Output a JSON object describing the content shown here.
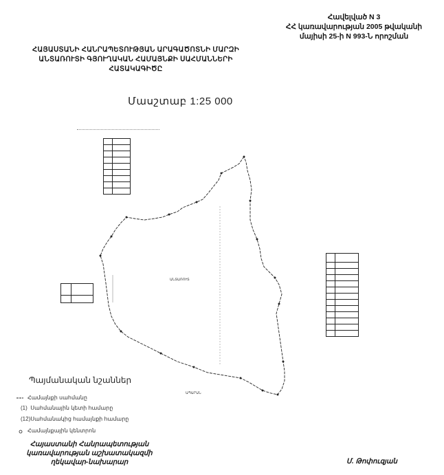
{
  "annex": {
    "line1": "Հավելված N 3",
    "line2": "ՀՀ կառավարության 2005 թվականի",
    "line3": "մայիսի 25-ի N 993-Ն որոշման"
  },
  "title": {
    "line1": "ՀԱՅԱՍՏԱՆԻ ՀԱՆՐԱՊԵՏՈՒԹՅԱՆ ԱՐԱԳԱԾՈՏՆԻ ՄԱՐԶԻ",
    "line2": "ԱՆՏԱՌՈՒՏԻ ԳՅՈՒՂԱԿԱՆ ՀԱՄԱՅՆՔԻ ՍԱՀՄԱՆՆԵՐԻ",
    "line3": "ՀԱՏԱԿԱԳԻԾԸ"
  },
  "scale": "Մասշտաբ 1:25 000",
  "map": {
    "inner_label": "ԱՆՏԱՌՈՒՏ",
    "bottom_label": "ԱՊԱՐԱՆ"
  },
  "legend": {
    "title": "Պայմանական նշաններ",
    "items": [
      {
        "symbol": "",
        "text": "Համայնքի սահմանը"
      },
      {
        "symbol": "(1)",
        "text": "Սահմանային կետի համարը"
      },
      {
        "symbol": "(12)",
        "text": "Սահմանակից համայնքի համարը"
      },
      {
        "symbol": "",
        "text": "Համայնքային կենտրոն"
      }
    ]
  },
  "signature": {
    "left_line1": "Հայաստանի Հանրապետության",
    "left_line2": "կառավարության աշխատակազմի",
    "left_line3": "ղեկավար-նախարար",
    "right": "Մ. Թոփուզյան"
  }
}
